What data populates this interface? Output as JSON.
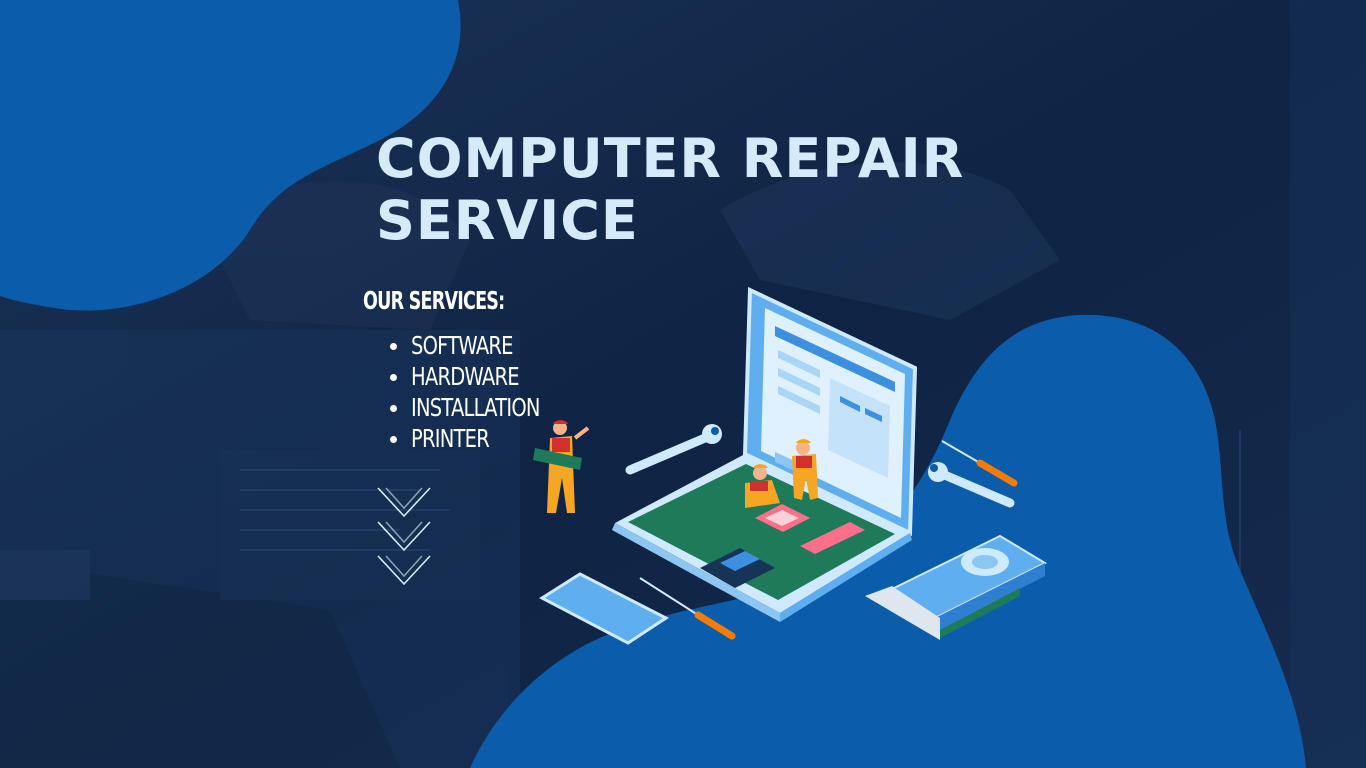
{
  "title": {
    "line1": "COMPUTER REPAIR",
    "line2": "SERVICE"
  },
  "services": {
    "heading": "OUR SERVICES:",
    "items": [
      {
        "label": "SOFTWARE"
      },
      {
        "label": "HARDWARE"
      },
      {
        "label": "INSTALLATION"
      },
      {
        "label": "PRINTER"
      }
    ]
  },
  "colors": {
    "background": "#13294b",
    "blob": "#0b5cab",
    "title": "#d6ebfa",
    "text": "#ffffff"
  },
  "icons": [
    "chevron-down-icon",
    "laptop-icon",
    "wrench-icon",
    "screwdriver-icon",
    "smartphone-icon",
    "graphics-card-icon",
    "technician-icon"
  ]
}
